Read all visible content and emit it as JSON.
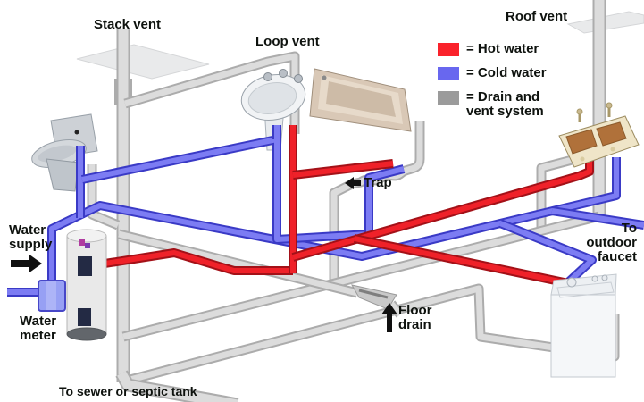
{
  "colors": {
    "hot": "#FA222B",
    "cold": "#6867EF",
    "drain": "#9B9B9B",
    "pipe-hot-core": "#EF2129",
    "pipe-hot-edge": "#A31118",
    "pipe-cold-core": "#7C7CF3",
    "pipe-cold-edge": "#3A3AC6",
    "pipe-drain-core": "#DCDCDC",
    "pipe-drain-edge": "#ACACAC",
    "label-text": "#0E120E",
    "background": "#FFFFFF"
  },
  "legend": {
    "items": [
      {
        "name": "hot-water",
        "label": "= Hot water"
      },
      {
        "name": "cold-water",
        "label": "= Cold water"
      },
      {
        "name": "drain-vent",
        "label": "= Drain and\nvent system"
      }
    ]
  },
  "labels": {
    "stack_vent": "Stack vent",
    "loop_vent": "Loop vent",
    "roof_vent": "Roof vent",
    "trap": "Trap",
    "water_supply": "Water\nsupply",
    "water_meter": "Water\nmeter",
    "floor_drain": "Floor\ndrain",
    "outdoor_faucet": "To\noutdoor\nfaucet",
    "sewer": "To sewer or septic tank"
  },
  "fixtures": {
    "names": [
      "toilet",
      "bathroom-sink",
      "bathtub",
      "kitchen-sink",
      "washing-machine",
      "water-heater",
      "water-meter"
    ]
  }
}
